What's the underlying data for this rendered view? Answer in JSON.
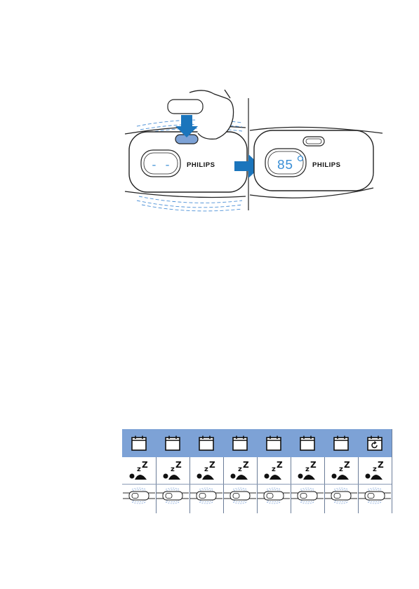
{
  "illustration": {
    "brand_left": "PHILIPS",
    "brand_right": "PHILIPS",
    "display_left": "- -",
    "display_right": "85"
  },
  "day_strip": {
    "columns": [
      {
        "calendar": "calendar-icon",
        "sleep": "sleep-icon",
        "device": "device-vibrating-icon"
      },
      {
        "calendar": "calendar-icon",
        "sleep": "sleep-icon",
        "device": "device-vibrating-icon"
      },
      {
        "calendar": "calendar-icon",
        "sleep": "sleep-icon",
        "device": "device-vibrating-icon"
      },
      {
        "calendar": "calendar-icon",
        "sleep": "sleep-icon",
        "device": "device-vibrating-icon"
      },
      {
        "calendar": "calendar-icon",
        "sleep": "sleep-icon",
        "device": "device-vibrating-icon"
      },
      {
        "calendar": "calendar-icon",
        "sleep": "sleep-icon",
        "device": "device-vibrating-icon"
      },
      {
        "calendar": "calendar-icon",
        "sleep": "sleep-icon",
        "device": "device-vibrating-icon"
      },
      {
        "calendar": "calendar-repeat-icon",
        "sleep": "sleep-icon",
        "device": "device-vibrating-icon"
      }
    ]
  },
  "colors": {
    "accent_blue": "#1b75bc",
    "cell_blue": "#7da2d6",
    "display_blue": "#3a8fd6"
  }
}
